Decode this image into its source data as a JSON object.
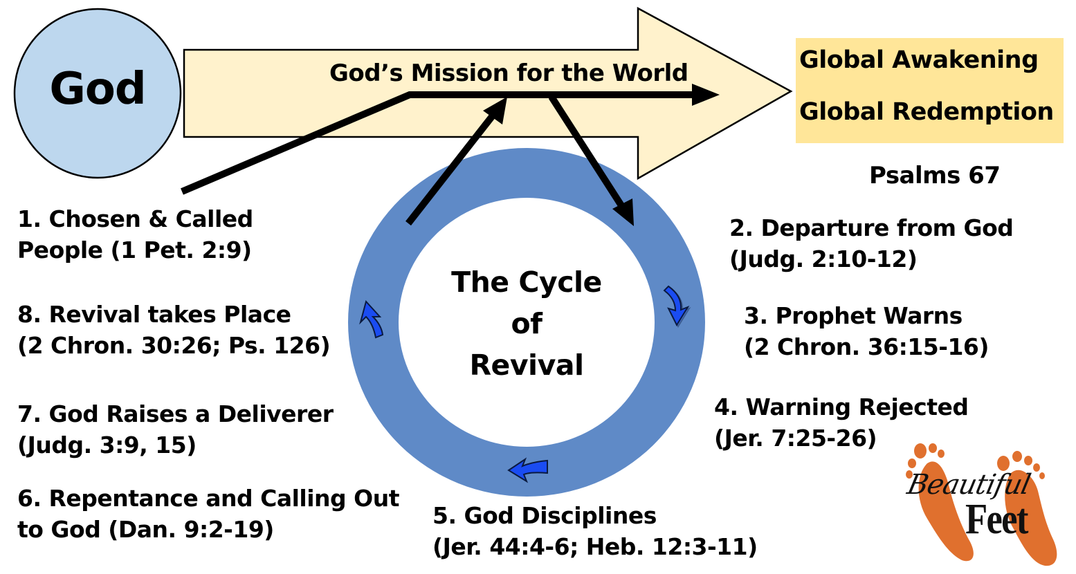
{
  "diagram": {
    "source": {
      "label": "God",
      "fill": "#BDD7EE"
    },
    "mission_arrow": {
      "label": "God’s Mission for the World",
      "fill": "#FFF2CC"
    },
    "outcome": {
      "lines": [
        "Global Awakening",
        "Global Redemption"
      ],
      "fill": "#FFE699",
      "reference": "Psalms 67"
    },
    "cycle": {
      "title_lines": [
        "The Cycle",
        "of",
        "Revival"
      ],
      "ring_color": "#5F8AC7",
      "direction_arrow_color": "#1A4CF2",
      "direction": "clockwise"
    },
    "steps": [
      {
        "number": 1,
        "lines": [
          "1. Chosen & Called",
          "People (1 Pet. 2:9)"
        ]
      },
      {
        "number": 2,
        "lines": [
          "2. Departure from God",
          "(Judg. 2:10-12)"
        ]
      },
      {
        "number": 3,
        "lines": [
          "3. Prophet Warns",
          "(2 Chron. 36:15-16)"
        ]
      },
      {
        "number": 4,
        "lines": [
          "4. Warning Rejected",
          "(Jer. 7:25-26)"
        ]
      },
      {
        "number": 5,
        "lines": [
          "5. God Disciplines",
          "(Jer. 44:4-6; Heb. 12:3-11)"
        ]
      },
      {
        "number": 6,
        "lines": [
          "6. Repentance and Calling Out",
          "to God (Dan. 9:2-19)"
        ]
      },
      {
        "number": 7,
        "lines": [
          "7. God Raises a Deliverer",
          "(Judg. 3:9, 15)"
        ]
      },
      {
        "number": 8,
        "lines": [
          "8. Revival takes Place",
          "(2 Chron. 30:26; Ps. 126)"
        ]
      }
    ],
    "logo": {
      "script_text": "Beautiful",
      "bold_text": "Feet",
      "footprint_color": "#E0702E"
    }
  }
}
